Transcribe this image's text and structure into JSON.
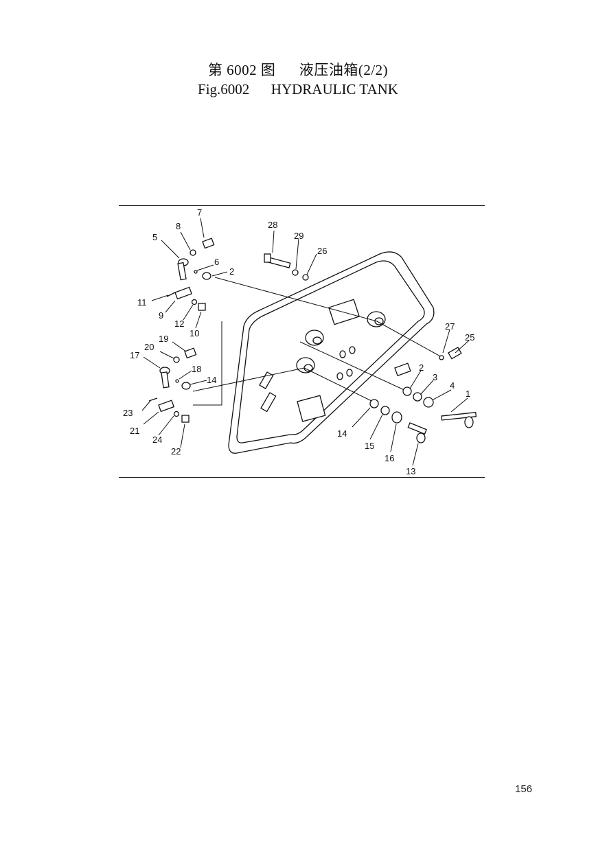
{
  "header": {
    "title_cn": "第 6002 图      液压油箱(2/2)",
    "title_en": "Fig.6002      HYDRAULIC TANK"
  },
  "diagram": {
    "callouts": [
      {
        "id": "c7",
        "label": "7"
      },
      {
        "id": "c8",
        "label": "8"
      },
      {
        "id": "c5",
        "label": "5"
      },
      {
        "id": "c6",
        "label": "6"
      },
      {
        "id": "c2a",
        "label": "2"
      },
      {
        "id": "c28",
        "label": "28"
      },
      {
        "id": "c29",
        "label": "29"
      },
      {
        "id": "c26",
        "label": "26"
      },
      {
        "id": "c11",
        "label": "11"
      },
      {
        "id": "c9",
        "label": "9"
      },
      {
        "id": "c12",
        "label": "12"
      },
      {
        "id": "c10",
        "label": "10"
      },
      {
        "id": "c19",
        "label": "19"
      },
      {
        "id": "c20",
        "label": "20"
      },
      {
        "id": "c17",
        "label": "17"
      },
      {
        "id": "c18",
        "label": "18"
      },
      {
        "id": "c14a",
        "label": "14"
      },
      {
        "id": "c23",
        "label": "23"
      },
      {
        "id": "c21",
        "label": "21"
      },
      {
        "id": "c24",
        "label": "24"
      },
      {
        "id": "c22",
        "label": "22"
      },
      {
        "id": "c27",
        "label": "27"
      },
      {
        "id": "c25",
        "label": "25"
      },
      {
        "id": "c2b",
        "label": "2"
      },
      {
        "id": "c3",
        "label": "3"
      },
      {
        "id": "c4",
        "label": "4"
      },
      {
        "id": "c1",
        "label": "1"
      },
      {
        "id": "c14b",
        "label": "14"
      },
      {
        "id": "c15",
        "label": "15"
      },
      {
        "id": "c16",
        "label": "16"
      },
      {
        "id": "c13",
        "label": "13"
      }
    ]
  },
  "footer": {
    "page_number": "156"
  }
}
